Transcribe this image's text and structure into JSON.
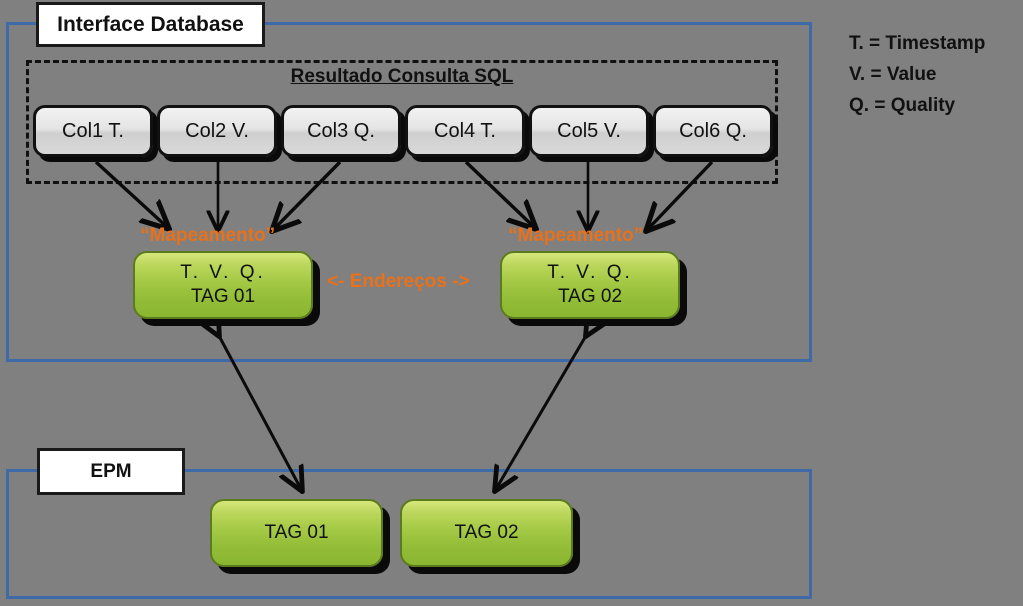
{
  "diagram": {
    "background_color": "#808080",
    "frame_color": "#3f6aa8",
    "accent_color": "#e8711a",
    "green_color": "#a4c945"
  },
  "sections": {
    "interface": {
      "caption": "Interface Database"
    },
    "epm": {
      "caption": "EPM"
    }
  },
  "sql_region": {
    "title": "Resultado Consulta SQL",
    "columns": [
      {
        "label": "Col1 T."
      },
      {
        "label": "Col2 V."
      },
      {
        "label": "Col3 Q."
      },
      {
        "label": "Col4 T."
      },
      {
        "label": "Col5 V."
      },
      {
        "label": "Col6 Q."
      }
    ]
  },
  "mapping": {
    "left_label": "“Mapeamento”",
    "right_label": "“Mapeamento”",
    "addresses_label": "<- Endereços ->"
  },
  "interface_tags": [
    {
      "tvq": "T.  V.  Q.",
      "name": "TAG 01"
    },
    {
      "tvq": "T.  V.  Q.",
      "name": "TAG 02"
    }
  ],
  "epm_tags": [
    {
      "name": "TAG 01"
    },
    {
      "name": "TAG 02"
    }
  ],
  "legend": {
    "timestamp": "T. = Timestamp",
    "value": "V. = Value",
    "quality": "Q. = Quality"
  }
}
